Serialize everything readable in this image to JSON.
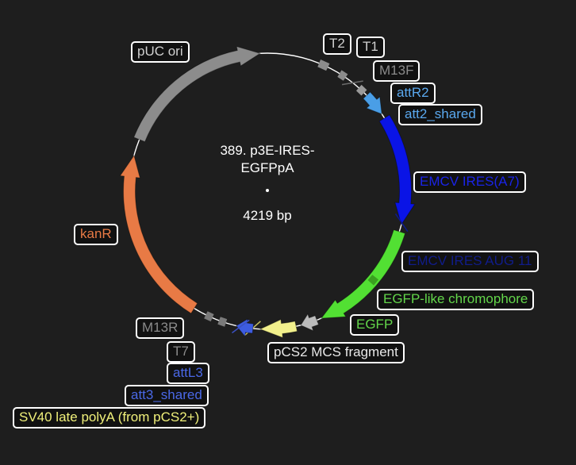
{
  "plasmid": {
    "name_line1": "389. p3E-IRES-",
    "name_line2": "EGFPpA",
    "size": "4219 bp"
  },
  "colors": {
    "background": "#1e1e1e",
    "backbone": "#ffffff",
    "gray_feature": "#8c8c8c",
    "attR2": "#4a9ee6",
    "emcv_ires": "#0a14e6",
    "emcv_aug_text": "#0d1a8c",
    "egfp": "#52e033",
    "egfp_text": "#63d64a",
    "sv40": "#f2f08c",
    "sv40_text": "#f0f07a",
    "attL3": "#3d5ce0",
    "kanR": "#e87a45"
  },
  "labels": [
    {
      "key": "puc_ori",
      "text": "pUC ori",
      "color": "#cfcfcf"
    },
    {
      "key": "t2",
      "text": "T2",
      "color": "#cfcfcf"
    },
    {
      "key": "t1",
      "text": "T1",
      "color": "#cfcfcf"
    },
    {
      "key": "m13f",
      "text": "M13F",
      "color": "#8a8a8a"
    },
    {
      "key": "attr2",
      "text": "attR2",
      "color": "#5aa8ee"
    },
    {
      "key": "att2_shared",
      "text": "att2_shared",
      "color": "#5aa8ee"
    },
    {
      "key": "emcv_ires_a7",
      "text": "EMCV IRES(A7)",
      "color": "#1a24e6"
    },
    {
      "key": "emcv_aug",
      "text": "EMCV IRES AUG 11",
      "color": "#101c8a"
    },
    {
      "key": "egfp_chrom",
      "text": "EGFP-like chromophore",
      "color": "#63d64a"
    },
    {
      "key": "egfp",
      "text": "EGFP",
      "color": "#63d64a"
    },
    {
      "key": "pcs2",
      "text": "pCS2 MCS fragment",
      "color": "#e8e8e8"
    },
    {
      "key": "kanr",
      "text": "kanR",
      "color": "#e87a45"
    },
    {
      "key": "m13r",
      "text": "M13R",
      "color": "#8a8a8a"
    },
    {
      "key": "t7",
      "text": "T7",
      "color": "#8a8a8a"
    },
    {
      "key": "attl3",
      "text": "attL3",
      "color": "#4a68e6"
    },
    {
      "key": "att3_shared",
      "text": "att3_shared",
      "color": "#4a68e6"
    },
    {
      "key": "sv40",
      "text": "SV40 late polyA (from pCS2+)",
      "color": "#f0f07a"
    }
  ]
}
